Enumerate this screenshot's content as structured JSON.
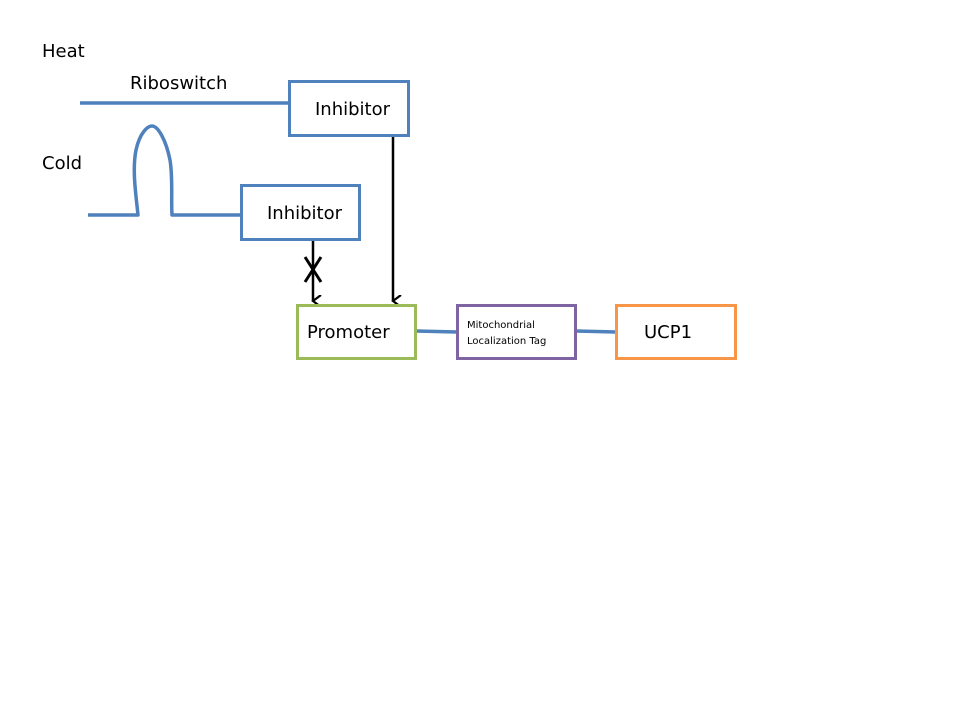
{
  "diagram": {
    "labels": {
      "heat": "Heat",
      "riboswitch": "Riboswitch",
      "cold": "Cold"
    },
    "nodes": {
      "inhibitor_top": "Inhibitor",
      "inhibitor_bottom": "Inhibitor",
      "promoter": "Promoter",
      "mlt_line1": "Mitochondrial",
      "mlt_line2": "Localization Tag",
      "ucp1": "UCP1"
    },
    "edges": [
      {
        "from": "riboswitch-line",
        "to": "inhibitor_top",
        "style": "line"
      },
      {
        "from": "cold-hairpin-line",
        "to": "inhibitor_bottom",
        "style": "line"
      },
      {
        "from": "inhibitor_top",
        "to": "promoter",
        "style": "arrow"
      },
      {
        "from": "inhibitor_bottom",
        "to": "promoter",
        "style": "blocked-arrow"
      },
      {
        "from": "promoter",
        "to": "mitochondrial_localization_tag",
        "style": "line"
      },
      {
        "from": "mitochondrial_localization_tag",
        "to": "ucp1",
        "style": "line"
      }
    ],
    "colors": {
      "inhibitor": "#4f81bd",
      "promoter": "#9bbb59",
      "mlt": "#8064a2",
      "ucp1": "#f79646",
      "strand": "#4f81bd",
      "arrow": "#000000"
    }
  }
}
